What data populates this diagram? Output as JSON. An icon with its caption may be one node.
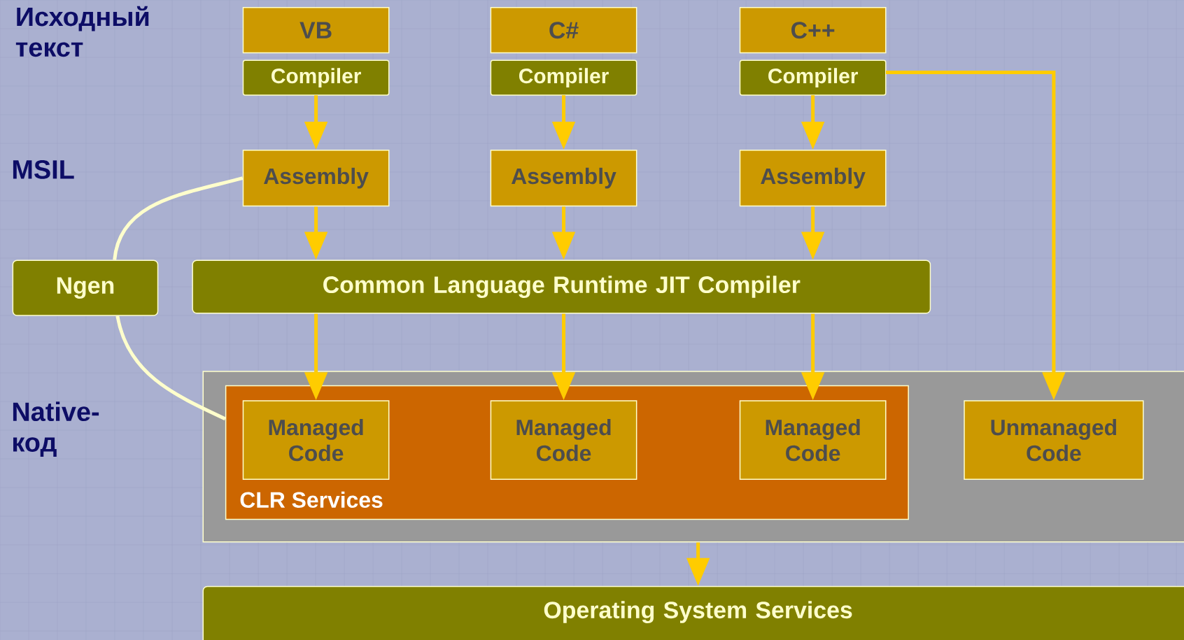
{
  "diagram": {
    "nodes": [
      {
        "text": [
          "VB",
          "Compiler"
        ]
      },
      {
        "text": [
          "C#",
          "Compiler"
        ]
      },
      {
        "text": [
          "C++",
          "Compiler"
        ]
      },
      {
        "text": [
          "Assembly"
        ]
      },
      {
        "text": [
          "Assembly"
        ]
      },
      {
        "text": [
          "Assembly"
        ]
      },
      {
        "text": [
          "Ngen"
        ]
      },
      {
        "text": [
          "Common Language Runtime JIT Compiler"
        ]
      },
      {
        "text": [],
        "shape": "box"
      },
      {
        "text": [
          "CLR Services"
        ],
        "in": 8
      },
      {
        "text": [
          "Managed Code"
        ],
        "in": 9
      },
      {
        "text": [
          "Managed Code"
        ],
        "in": 9
      },
      {
        "text": [
          "Managed Code"
        ],
        "in": 9
      },
      {
        "text": [
          "Unmanaged Code"
        ],
        "in": 8
      },
      {
        "text": [
          "Operating System Services"
        ]
      }
    ],
    "edges": [
      {
        "from": 0,
        "to": 3,
        "arrow": "to"
      },
      {
        "from": 1,
        "to": 4,
        "arrow": "to"
      },
      {
        "from": 2,
        "to": 5,
        "arrow": "to"
      },
      {
        "from": 3,
        "to": 7,
        "arrow": "to"
      },
      {
        "from": 4,
        "to": 7,
        "arrow": "to"
      },
      {
        "from": 5,
        "to": 7,
        "arrow": "to"
      },
      {
        "from": 7,
        "to": 10,
        "arrow": "to"
      },
      {
        "from": 7,
        "to": 11,
        "arrow": "to"
      },
      {
        "from": 7,
        "to": 12,
        "arrow": "to"
      },
      {
        "from": 2,
        "to": 13,
        "arrow": "to"
      },
      {
        "from": 8,
        "to": 14,
        "arrow": "to"
      },
      {
        "from": 3,
        "to": 6,
        "arrow": "none",
        "color": "#ffffcc"
      },
      {
        "from": 6,
        "to": 9,
        "arrow": "none",
        "color": "#ffffcc"
      }
    ],
    "labels": [
      "Исходный текст",
      "MSIL",
      "Native-код"
    ]
  }
}
